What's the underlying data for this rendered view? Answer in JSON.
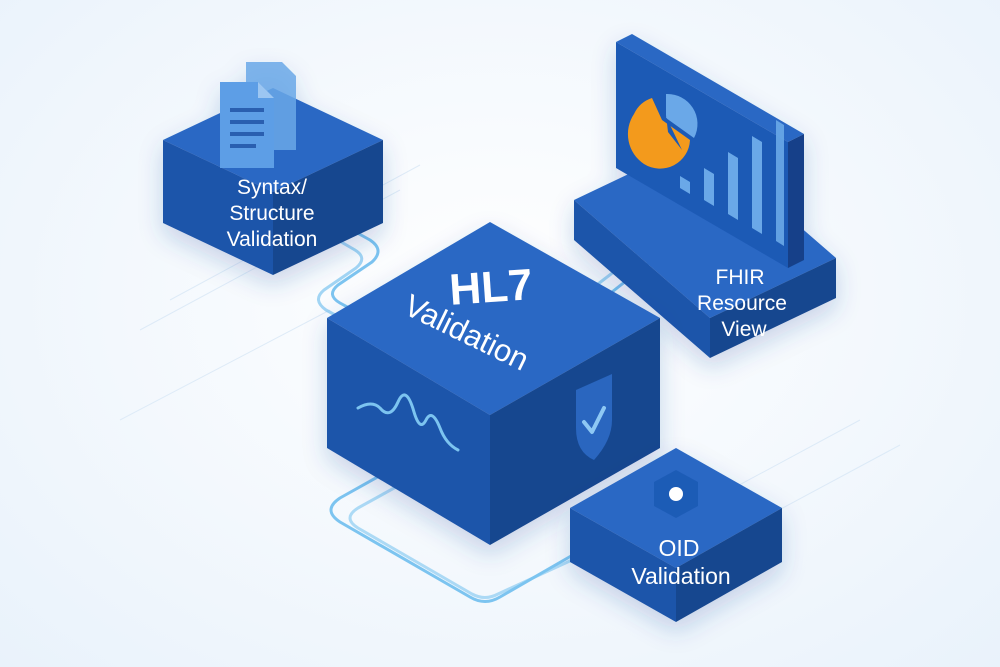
{
  "nodes": {
    "center": {
      "title": "HL7",
      "subtitle": "Validation",
      "icons": [
        "waveform-icon",
        "shield-check-icon"
      ]
    },
    "syntax": {
      "label_line1": "Syntax/",
      "label_line2": "Structure",
      "label_line3": "Validation",
      "icon": "documents-icon"
    },
    "fhir": {
      "label_line1": "FHIR",
      "label_line2": "Resource",
      "label_line3": "View",
      "icon": "dashboard-monitor-icon"
    },
    "oid": {
      "label_line1": "OID",
      "label_line2": "Validation",
      "icon": "hexagon-dot-icon"
    }
  },
  "colors": {
    "block_top": "#2a67c4",
    "block_left": "#1f55aa",
    "block_right": "#17478f",
    "connector": "#7cc4f0",
    "accent_orange": "#f39a1e",
    "accent_light": "#6aa8e8"
  }
}
